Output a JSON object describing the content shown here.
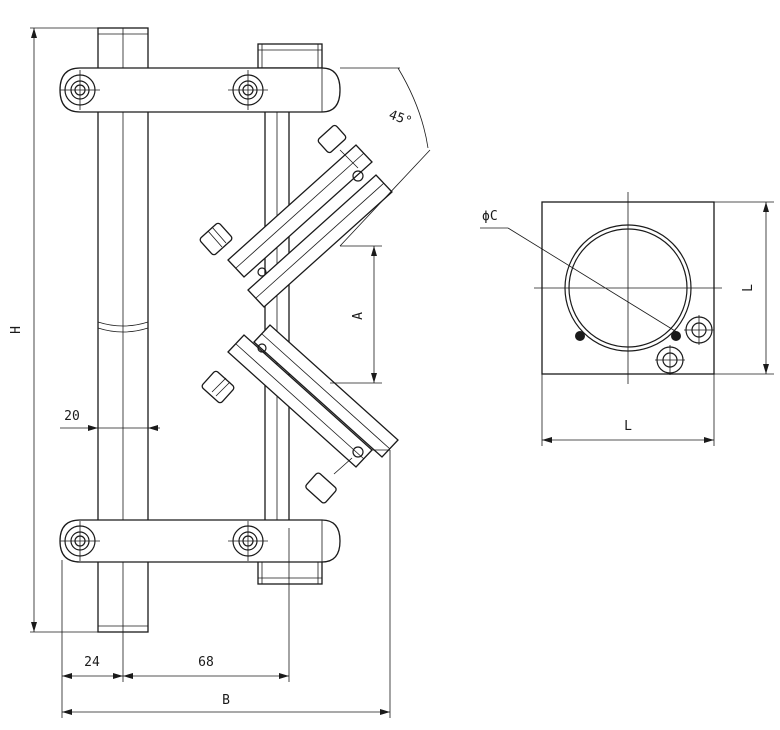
{
  "labels": {
    "height_dim": "H",
    "width_dim": "B",
    "offset_24": "24",
    "offset_68": "68",
    "offset_20": "20",
    "angle": "45°",
    "spacing_dim": "A",
    "diameter_dim": "ϕC",
    "side_width": "L",
    "side_height": "L"
  }
}
